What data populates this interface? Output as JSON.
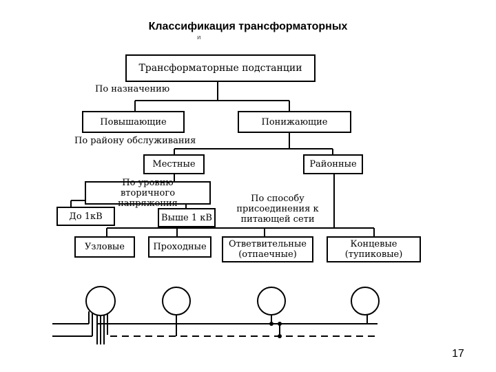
{
  "title": "Классификация трансформаторных",
  "title_cut": "й",
  "boxes": {
    "root": "Трансформаторные подстанции",
    "step_up": "Повышающие",
    "step_down": "Понижающие",
    "local": "Местные",
    "district": "Районные",
    "secondary_voltage": "По уровню вторичного напряжения",
    "up_to_1kv": "До 1кВ",
    "above_1kv": "Выше 1 кВ",
    "nodal": "Узловые",
    "transit": "Проходные",
    "branch": "Ответвительные (отпаечные)",
    "terminal": "Концевые (тупиковые)"
  },
  "labels": {
    "by_purpose": "По назначению",
    "by_service_area": "По району обслуживания",
    "by_connection": "По способу присоединения к питающей сети"
  },
  "page_number": "17"
}
